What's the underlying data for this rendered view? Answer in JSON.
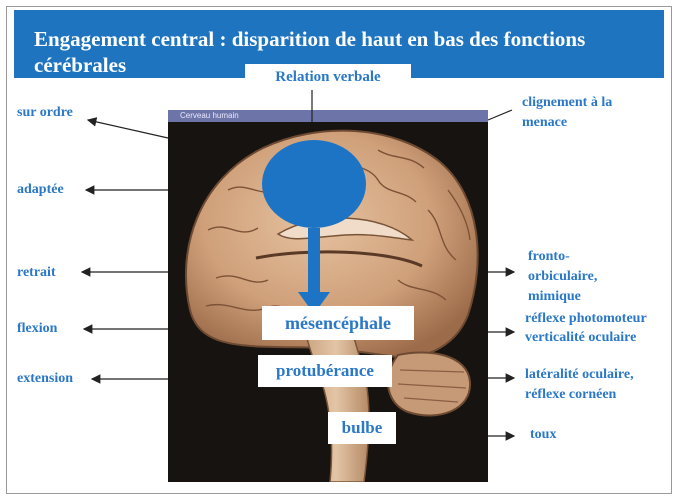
{
  "header": {
    "title": "Engagement central : disparition de haut en bas des fonctions cérébrales",
    "background": "#1f74c0"
  },
  "image": {
    "caption": "Cerveau humain",
    "oval_color": "#1e74c4",
    "arrow_color": "#1e74c4"
  },
  "labels": {
    "top": "Relation verbale",
    "left": [
      "sur ordre",
      "adaptée",
      "retrait",
      "flexion",
      "extension"
    ],
    "right": [
      "clignement à la",
      "menace",
      "fronto-",
      "orbiculaire,",
      "mimique",
      "réflexe photomoteur",
      "verticalité oculaire",
      "latéralité oculaire,",
      "réflexe cornéen",
      "toux"
    ]
  },
  "levels": [
    "mésencéphale",
    "protubérance",
    "bulbe"
  ],
  "colors": {
    "label_text": "#2a78c7",
    "arrows": "#222222"
  }
}
